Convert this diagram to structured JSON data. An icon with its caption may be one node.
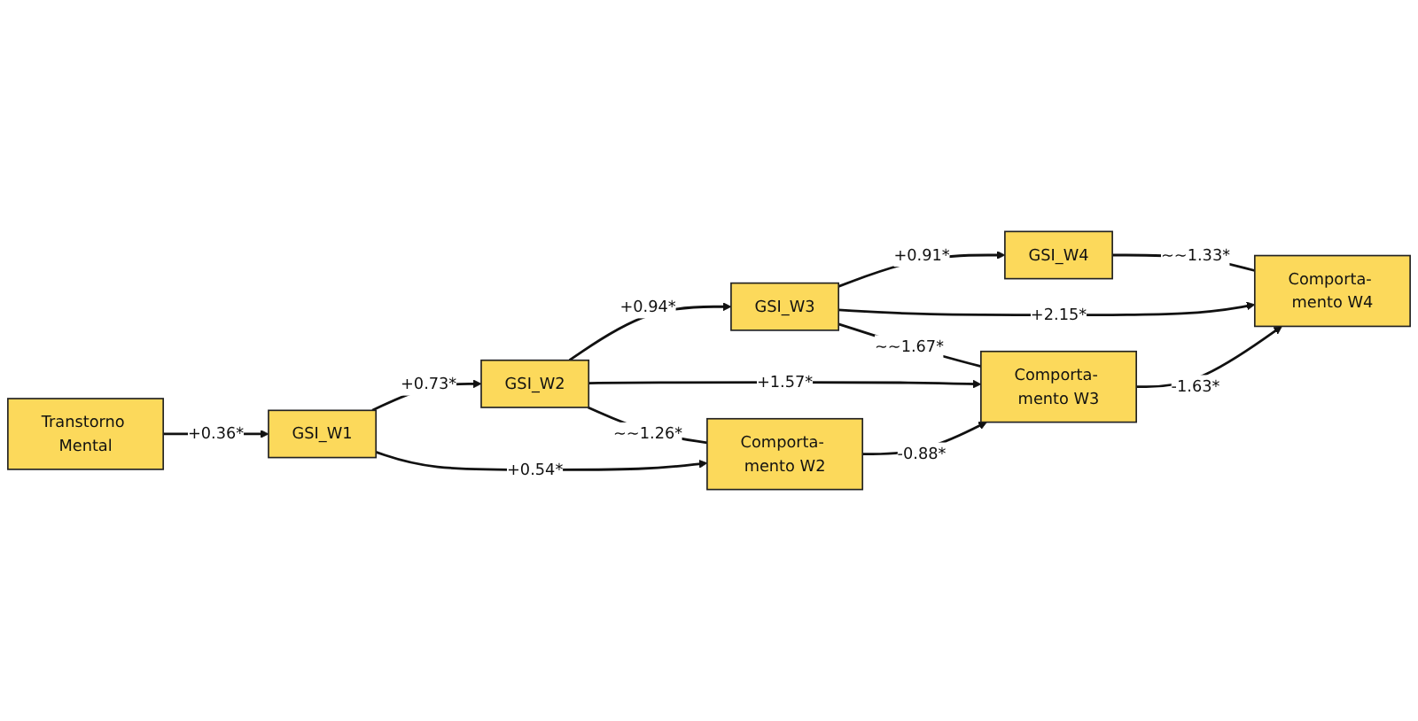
{
  "diagram": {
    "nodes": [
      {
        "text": [
          "Transtorno Mental"
        ]
      },
      {
        "text": [
          "GSI_W1"
        ]
      },
      {
        "text": [
          "GSI_W2"
        ]
      },
      {
        "text": [
          "GSI_W3"
        ]
      },
      {
        "text": [
          "GSI_W4"
        ]
      },
      {
        "text": [
          "Comporta- mento W2"
        ]
      },
      {
        "text": [
          "Comporta- mento W3"
        ]
      },
      {
        "text": [
          "Comporta- mento W4"
        ]
      }
    ],
    "edges": [
      {
        "from": 0,
        "to": 1,
        "arrow": "to",
        "label": "+0.36*"
      },
      {
        "from": 1,
        "to": 2,
        "arrow": "to",
        "label": "+0.73*"
      },
      {
        "from": 2,
        "to": 3,
        "arrow": "to",
        "label": "+0.94*"
      },
      {
        "from": 3,
        "to": 4,
        "arrow": "to",
        "label": "+0.91*"
      },
      {
        "from": 2,
        "to": 6,
        "arrow": "to",
        "label": "+1.57*"
      },
      {
        "from": 3,
        "to": 7,
        "arrow": "to",
        "label": "+2.15*"
      },
      {
        "from": 2,
        "to": 5,
        "arrow": "none",
        "label": "~~1.26*"
      },
      {
        "from": 3,
        "to": 6,
        "arrow": "none",
        "label": "~~1.67*"
      },
      {
        "from": 4,
        "to": 7,
        "arrow": "none",
        "label": "~~1.33*"
      },
      {
        "from": 1,
        "to": 5,
        "arrow": "to",
        "label": "+0.54*"
      },
      {
        "from": 5,
        "to": 6,
        "arrow": "to",
        "label": "-0.88*"
      },
      {
        "from": 6,
        "to": 7,
        "arrow": "to",
        "label": "-1.63*"
      }
    ]
  }
}
